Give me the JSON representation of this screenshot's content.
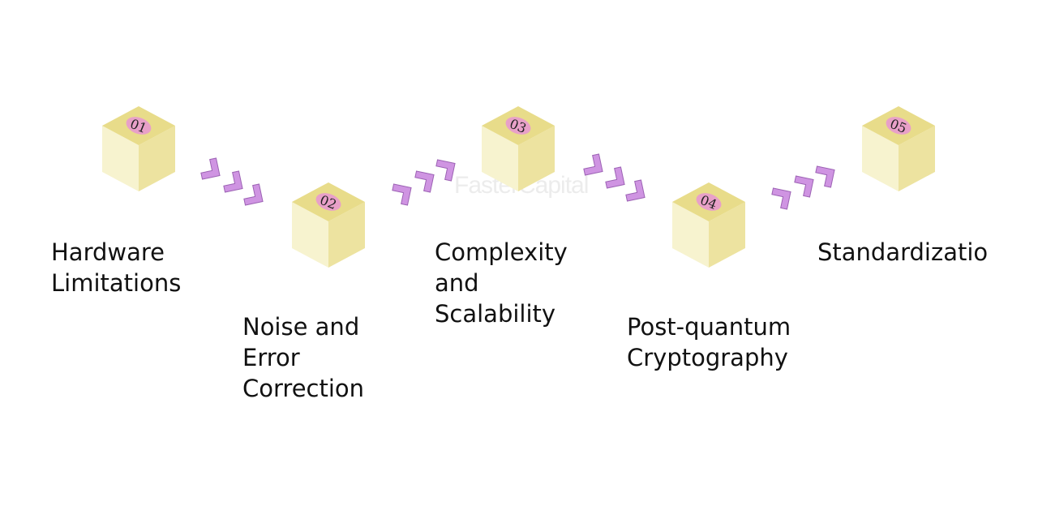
{
  "steps": [
    {
      "number": "01",
      "lines": [
        "Hardware",
        "Limitations"
      ]
    },
    {
      "number": "02",
      "lines": [
        "Noise and",
        "Error",
        "Correction"
      ]
    },
    {
      "number": "03",
      "lines": [
        "Complexity",
        "and",
        "Scalability"
      ]
    },
    {
      "number": "04",
      "lines": [
        "Post-quantum",
        "Cryptography"
      ]
    },
    {
      "number": "05",
      "lines": [
        "Standardization"
      ]
    }
  ],
  "watermark": "FasterCapital",
  "colors": {
    "cube_top": "#e8dc8a",
    "cube_left": "#f7f3cf",
    "cube_right": "#ede3a0",
    "number_badge": "#e8a0c8",
    "chevron_fill": "#cf94e2",
    "chevron_stroke": "#9c62b4"
  }
}
